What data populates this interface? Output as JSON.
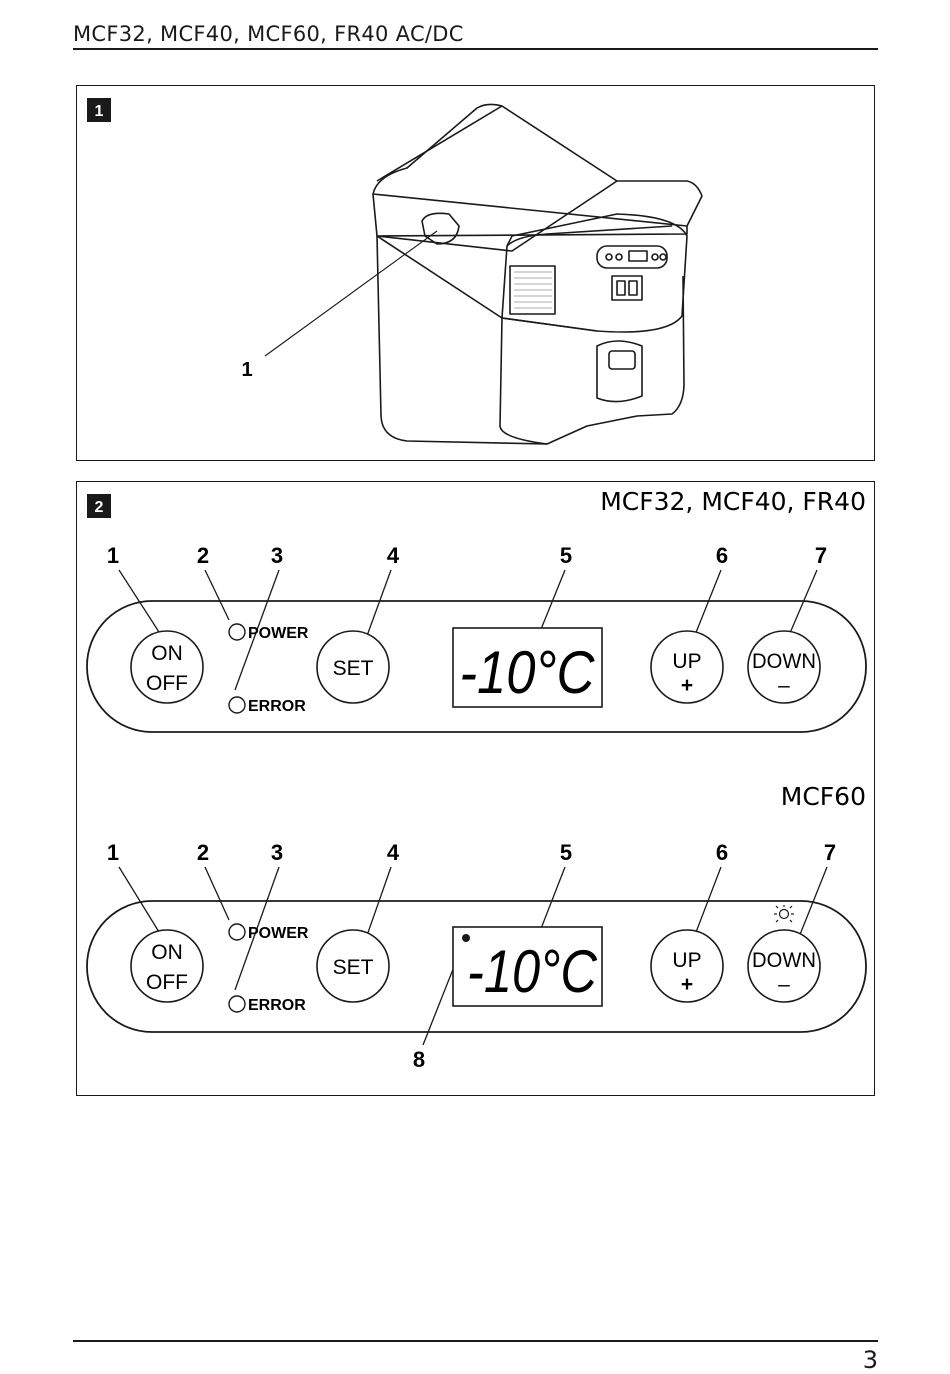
{
  "header": {
    "title": "MCF32, MCF40, MCF60, FR40 AC/DC"
  },
  "footer": {
    "page_number": "3"
  },
  "figure1": {
    "badge": "1",
    "callouts": [
      "1"
    ]
  },
  "figure2": {
    "badge": "2",
    "panels": [
      {
        "model_label": "MCF32, MCF40, FR40",
        "callouts": [
          "1",
          "2",
          "3",
          "4",
          "5",
          "6",
          "7"
        ],
        "on_off": {
          "line1": "ON",
          "line2": "OFF"
        },
        "power_label": "POWER",
        "error_label": "ERROR",
        "set_label": "SET",
        "display": "-10°C",
        "up": {
          "line1": "UP",
          "line2": "+"
        },
        "down": {
          "line1": "DOWN",
          "line2": "–"
        }
      },
      {
        "model_label": "MCF60",
        "callouts": [
          "1",
          "2",
          "3",
          "4",
          "5",
          "6",
          "7",
          "8"
        ],
        "on_off": {
          "line1": "ON",
          "line2": "OFF"
        },
        "power_label": "POWER",
        "error_label": "ERROR",
        "set_label": "SET",
        "display": "-10°C",
        "up": {
          "line1": "UP",
          "line2": "+"
        },
        "down": {
          "line1": "DOWN",
          "line2": "–"
        },
        "light_icon": "sun-icon"
      }
    ]
  }
}
